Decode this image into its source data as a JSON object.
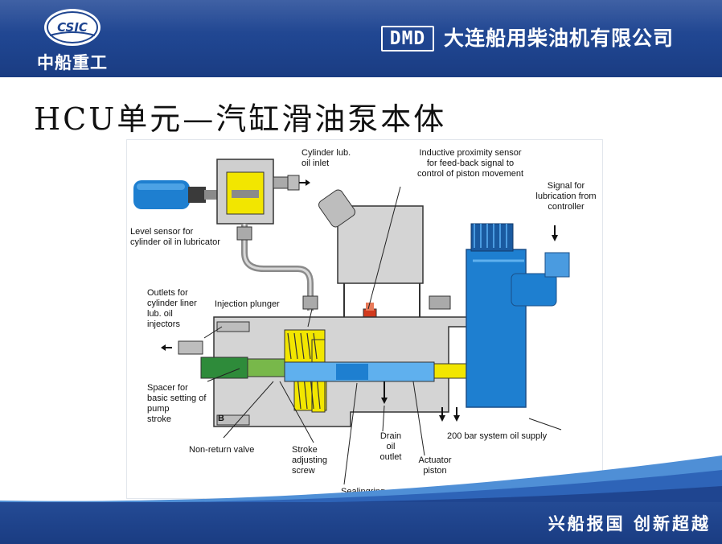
{
  "header": {
    "logo_text": "CSIC",
    "group_name": "中船重工",
    "dmd_mark": "DMD",
    "company_name": "大连船用柴油机有限公司"
  },
  "title": "HCU单元—汽缸滑油泵本体",
  "diagram": {
    "labels": {
      "cylinder_lub_inlet": "Cylinder lub.\noil inlet",
      "inductive_sensor": "Inductive proximity sensor\nfor feed-back signal to\ncontrol of piston movement",
      "signal": "Signal for\nlubrication from\ncontroller",
      "level_sensor": "Level sensor for\ncylinder oil in lubricator",
      "outlets": "Outlets for\ncylinder liner\nlub. oil\ninjectors",
      "injection_plunger": "Injection plunger",
      "spacer": "Spacer for\nbasic setting of\npump\nstroke",
      "non_return_valve": "Non-return valve",
      "stroke_screw": "Stroke\nadjusting\nscrew",
      "sealing_ring": "Sealingring",
      "drain_outlet": "Drain\noil\noutlet",
      "actuator_piston": "Actuator\npiston",
      "system_oil_supply": "200 bar system oil supply",
      "port_b": "B"
    }
  },
  "footer": {
    "slogan": "兴船报国  创新超越"
  },
  "colors": {
    "header_blue": "#1f4590",
    "pump_blue": "#1e7fd0",
    "cylinder_yellow": "#f2e600",
    "spacer_green": "#2e8b3a",
    "sensor_red": "#d23a1e",
    "body_grey": "#d4d4d4"
  }
}
